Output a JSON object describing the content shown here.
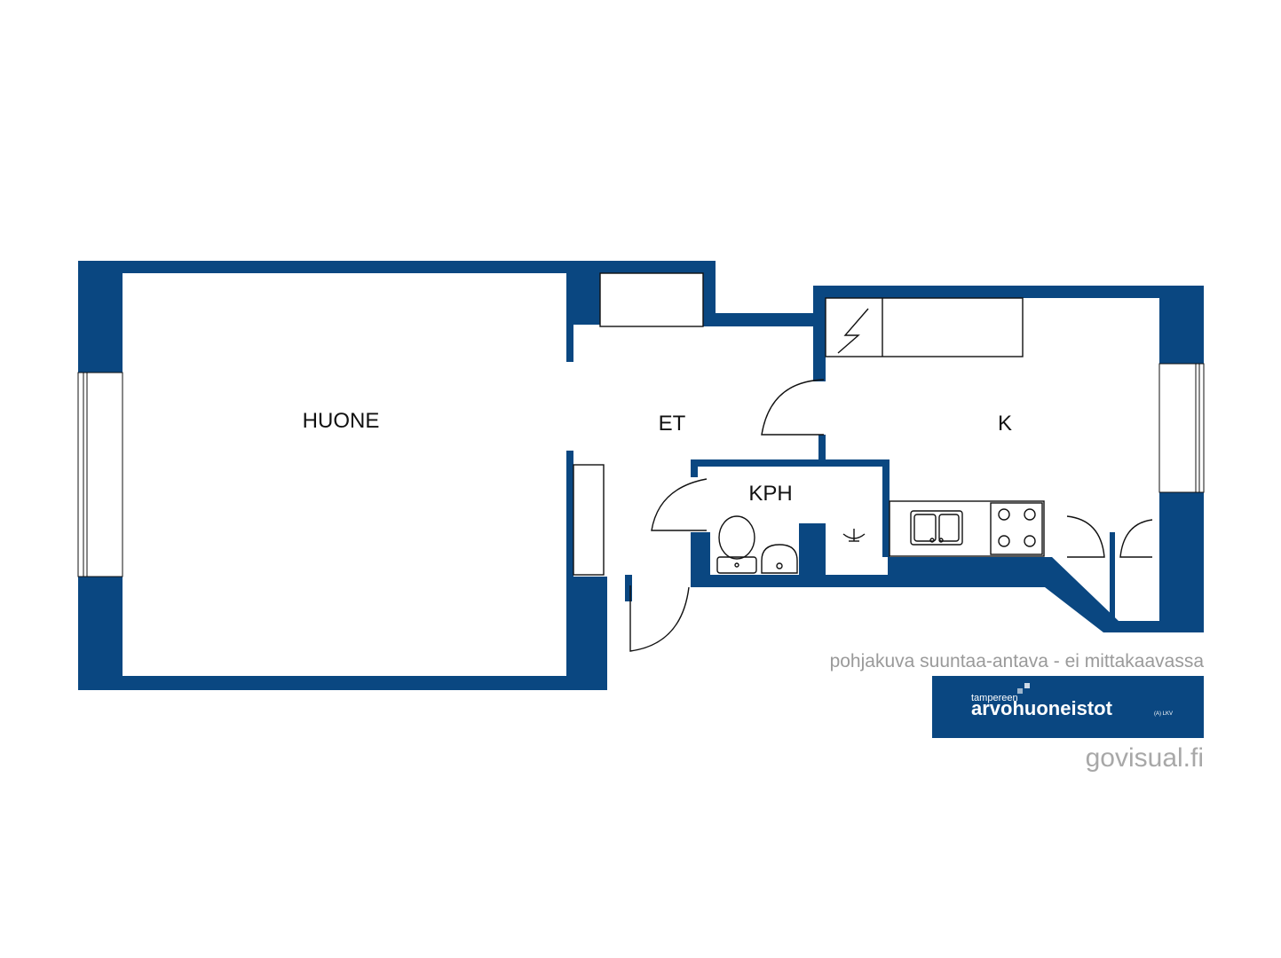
{
  "colors": {
    "wall": "#0a4781",
    "background": "#ffffff",
    "text": "#111111",
    "muted": "#9a9a9a"
  },
  "rooms": {
    "huone": "HUONE",
    "et": "ET",
    "k": "K",
    "kph": "KPH"
  },
  "disclaimer": "pohjakuva suuntaa-antava - ei mittakaavassa",
  "logo": {
    "line1": "tampereen",
    "line2": "arvohuoneistot",
    "suffix": "(A) LKV"
  },
  "credit": "govisual.fi",
  "icons": [
    "electric-panel-icon",
    "toilet-icon",
    "washbasin-icon",
    "floor-drain-icon",
    "kitchen-sink-icon",
    "stove-icon"
  ]
}
